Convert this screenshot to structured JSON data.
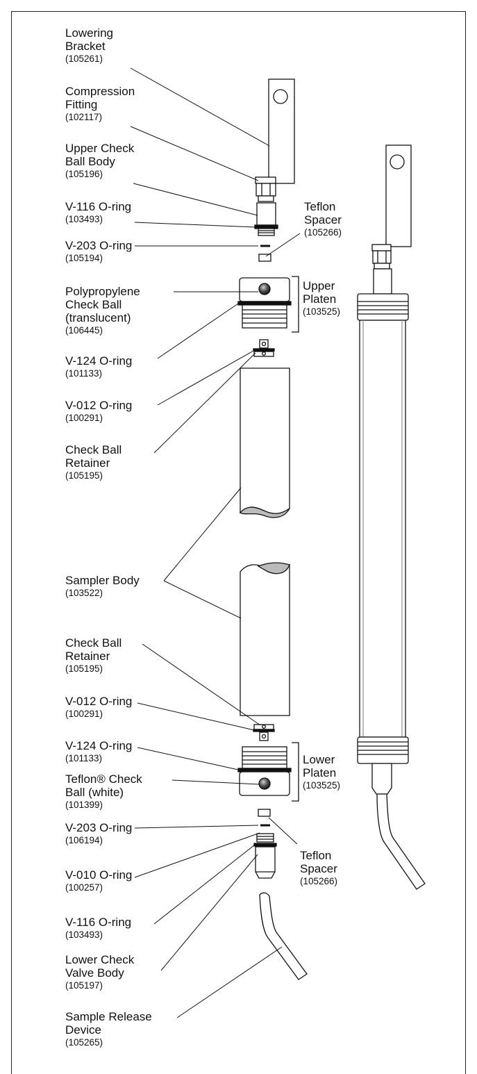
{
  "labels": [
    {
      "id": "lowering-bracket",
      "name": [
        "Lowering",
        "Bracket"
      ],
      "part": "(105261)"
    },
    {
      "id": "compression-fitting",
      "name": [
        "Compression",
        "Fitting"
      ],
      "part": "(102117)"
    },
    {
      "id": "upper-check-ball-body",
      "name": [
        "Upper Check",
        "Ball Body"
      ],
      "part": "(105196)"
    },
    {
      "id": "v116-upper",
      "name": [
        "V-116 O-ring"
      ],
      "part": "(103493)"
    },
    {
      "id": "v203-upper",
      "name": [
        "V-203 O-ring"
      ],
      "part": "(105194)"
    },
    {
      "id": "polypropylene-check-ball",
      "name": [
        "Polypropylene",
        "Check Ball",
        "(translucent)"
      ],
      "part": "(106445)"
    },
    {
      "id": "v124-upper",
      "name": [
        "V-124 O-ring"
      ],
      "part": "(101133)"
    },
    {
      "id": "v012-upper",
      "name": [
        "V-012 O-ring"
      ],
      "part": "(100291)"
    },
    {
      "id": "check-ball-retainer-upper",
      "name": [
        "Check Ball",
        "Retainer"
      ],
      "part": "(105195)"
    },
    {
      "id": "sampler-body",
      "name": [
        "Sampler Body"
      ],
      "part": "(103522)"
    },
    {
      "id": "check-ball-retainer-lower",
      "name": [
        "Check Ball",
        "Retainer"
      ],
      "part": "(105195)"
    },
    {
      "id": "v012-lower",
      "name": [
        "V-012 O-ring"
      ],
      "part": "(100291)"
    },
    {
      "id": "v124-lower",
      "name": [
        "V-124 O-ring"
      ],
      "part": "(101133)"
    },
    {
      "id": "teflon-check-ball",
      "name": [
        "Teflon® Check",
        "Ball (white)"
      ],
      "part": "(101399)"
    },
    {
      "id": "v203-lower",
      "name": [
        "V-203 O-ring"
      ],
      "part": "(106194)"
    },
    {
      "id": "v010",
      "name": [
        "V-010 O-ring"
      ],
      "part": "(100257)"
    },
    {
      "id": "v116-lower",
      "name": [
        "V-116 O-ring"
      ],
      "part": "(103493)"
    },
    {
      "id": "lower-check-valve-body",
      "name": [
        "Lower Check",
        "Valve Body"
      ],
      "part": "(105197)"
    },
    {
      "id": "sample-release-device",
      "name": [
        "Sample Release",
        "Device"
      ],
      "part": "(105265)"
    },
    {
      "id": "teflon-spacer-upper",
      "name": [
        "Teflon",
        "Spacer"
      ],
      "part": "(105266)"
    },
    {
      "id": "teflon-spacer-lower",
      "name": [
        "Teflon",
        "Spacer"
      ],
      "part": "(105266)"
    },
    {
      "id": "upper-platen",
      "name": [
        "Upper",
        "Platen"
      ],
      "part": "(103525)"
    },
    {
      "id": "lower-platen",
      "name": [
        "Lower",
        "Platen"
      ],
      "part": "(103525)"
    }
  ]
}
